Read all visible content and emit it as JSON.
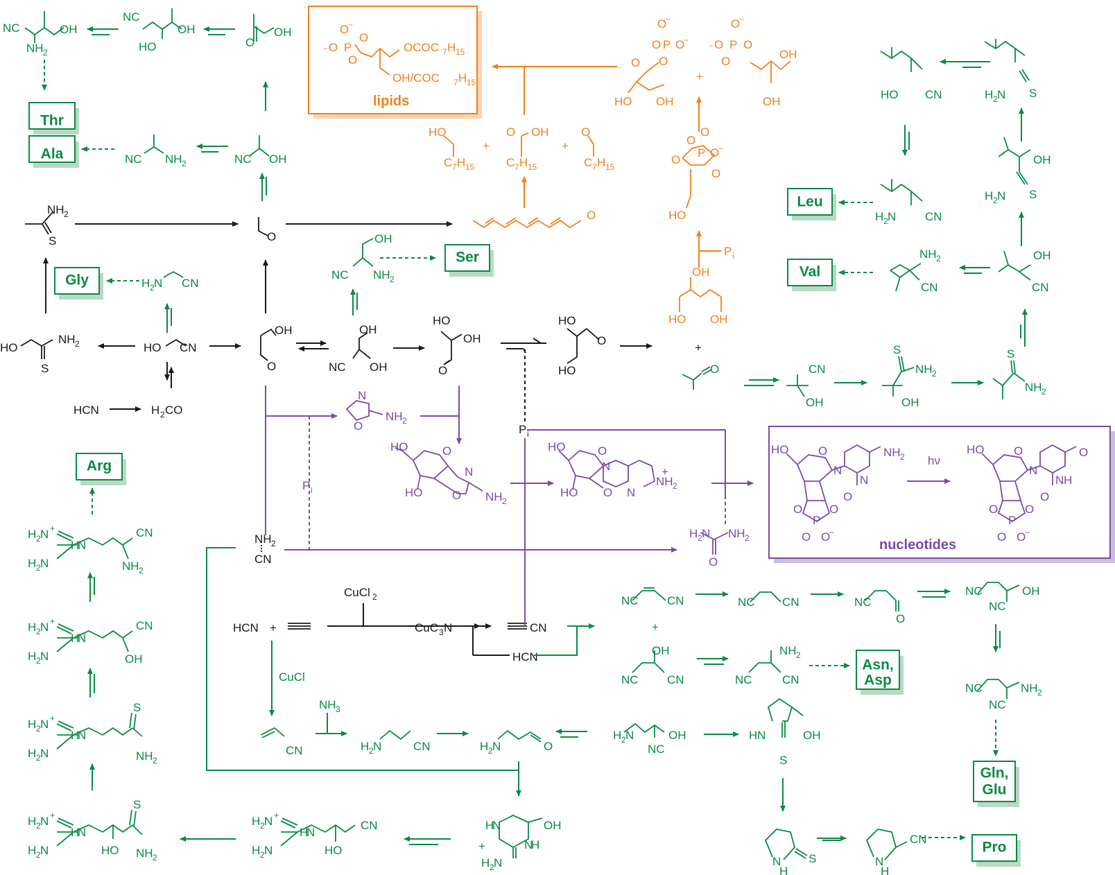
{
  "colors": {
    "black": "#1a1a1a",
    "green": "#0a8a45",
    "orange": "#f0801e",
    "purple": "#7b4aa8",
    "shadow_green": "#b8d9c2",
    "shadow_orange": "#fbd3ad",
    "shadow_purple": "#cbbde0"
  },
  "boxes": {
    "lipids": "lipids",
    "nucleotides": "nucleotides"
  },
  "amino_acids": {
    "thr": "Thr",
    "ala": "Ala",
    "gly": "Gly",
    "ser": "Ser",
    "arg": "Arg",
    "leu": "Leu",
    "val": "Val",
    "asn": "Asn,",
    "asp": "Asp",
    "gln": "Gln,",
    "glu": "Glu",
    "pro": "Pro"
  },
  "reagents": {
    "hcn": "HCN",
    "h2co": "H",
    "co": "CO",
    "cucl2": "CuCl",
    "cucl": "CuCl",
    "cuc3n": "CuC",
    "n": "N",
    "pi": "P",
    "i": "i",
    "nh3": "NH",
    "hv": "hν",
    "plus": "+",
    "two": "2",
    "three": "3",
    "cn": "CN",
    "nh2": "NH",
    "oh": "OH",
    "ho": "HO",
    "s": "S",
    "o": "O",
    "nc": "NC",
    "h2n": "H",
    "n_atom": "N",
    "h": "H",
    "c7h15": "C",
    "seven_fifteen": "7",
    "fifteen": "15",
    "ococ": "OCOC",
    "oh_ococ": "OH/COC",
    "minus": "−",
    "o_minus": "O",
    "p": "P"
  }
}
